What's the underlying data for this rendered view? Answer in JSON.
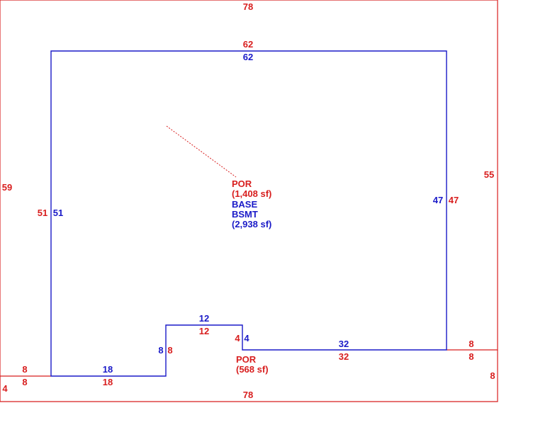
{
  "colors": {
    "red": "#d81e1e",
    "blue": "#1a1ac8"
  },
  "outer": {
    "dim_top": "78",
    "dim_bottom": "78",
    "dim_left": "59",
    "dim_right": "55",
    "dim_step_bottom_right": "8",
    "dim_step_right_top": "8",
    "dim_step_right_bottom": "8",
    "dim_step_left_top": "8",
    "dim_step_left_bottom": "8",
    "dim_step_left_side": "4"
  },
  "base": {
    "dim_top_red": "62",
    "dim_top_blue": "62",
    "dim_left_red": "51",
    "dim_left_blue": "51",
    "dim_right_blue": "47",
    "dim_right_red": "47",
    "dim_notch_top_blue": "12",
    "dim_notch_top_red": "12",
    "dim_notch_left_blue": "8",
    "dim_notch_left_red": "8",
    "dim_notch_right_red": "4",
    "dim_notch_right_blue": "4",
    "dim_bottom_right_blue": "32",
    "dim_bottom_right_red": "32",
    "dim_bottom_left_blue": "18",
    "dim_bottom_left_red": "18"
  },
  "labels": {
    "por_name": "POR",
    "por_area": "(1,408 sf)",
    "base_name": "BASE",
    "bsmt_name": "BSMT",
    "bsmt_area": "(2,938 sf)",
    "por2_name": "POR",
    "por2_area": "(568 sf)"
  }
}
